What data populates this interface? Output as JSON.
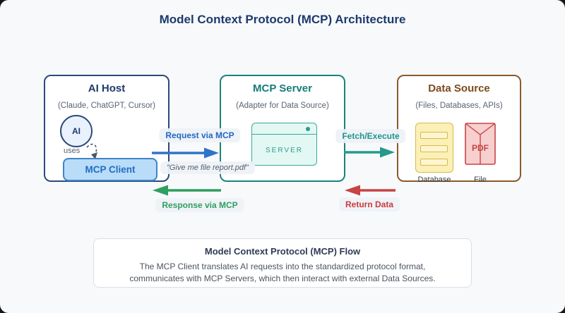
{
  "page": {
    "title": "Model Context Protocol (MCP) Architecture"
  },
  "boxes": {
    "ai_host": {
      "title": "AI Host",
      "subtitle": "(Claude, ChatGPT, Cursor)",
      "circle_label": "AI",
      "uses_label": "uses",
      "client_label": "MCP Client"
    },
    "mcp_server": {
      "title": "MCP Server",
      "subtitle": "(Adapter for Data Source)",
      "server_label": "SERVER"
    },
    "data_source": {
      "title": "Data Source",
      "subtitle": "(Files, Databases, APIs)",
      "database_label": "Database",
      "file_label": "File",
      "file_type": "PDF"
    }
  },
  "arrows": {
    "request": {
      "label": "Request via MCP",
      "direction": "right",
      "color": "#2e74c8"
    },
    "response": {
      "label": "Response via MCP",
      "direction": "left",
      "color": "#2f9e5e"
    },
    "fetch": {
      "label": "Fetch/Execute",
      "direction": "right",
      "color": "#259a8c"
    },
    "return": {
      "label": "Return Data",
      "direction": "left",
      "color": "#c84343"
    },
    "quote": "\"Give me file report.pdf\""
  },
  "footer": {
    "title": "Model Context Protocol (MCP) Flow",
    "line1": "The MCP Client translates AI requests into the standardized protocol format,",
    "line2": "communicates with MCP Servers, which then interact with external Data Sources."
  },
  "colors": {
    "background": "#f7f9fb",
    "title_navy": "#1d3a6b",
    "ai_host_border": "#2d4a7a",
    "mcp_server_teal": "#1a837b",
    "data_source_brown": "#8a5a2b",
    "client_fill": "#b9dcf8",
    "client_border": "#3d85c6",
    "client_text": "#1f6fc0",
    "server_fill": "#e3f7f3",
    "server_border": "#3aa99e",
    "database_fill": "#fbf0b5",
    "database_border": "#d8b94e",
    "file_fill": "#f7cfcf",
    "file_border": "#c64444"
  }
}
